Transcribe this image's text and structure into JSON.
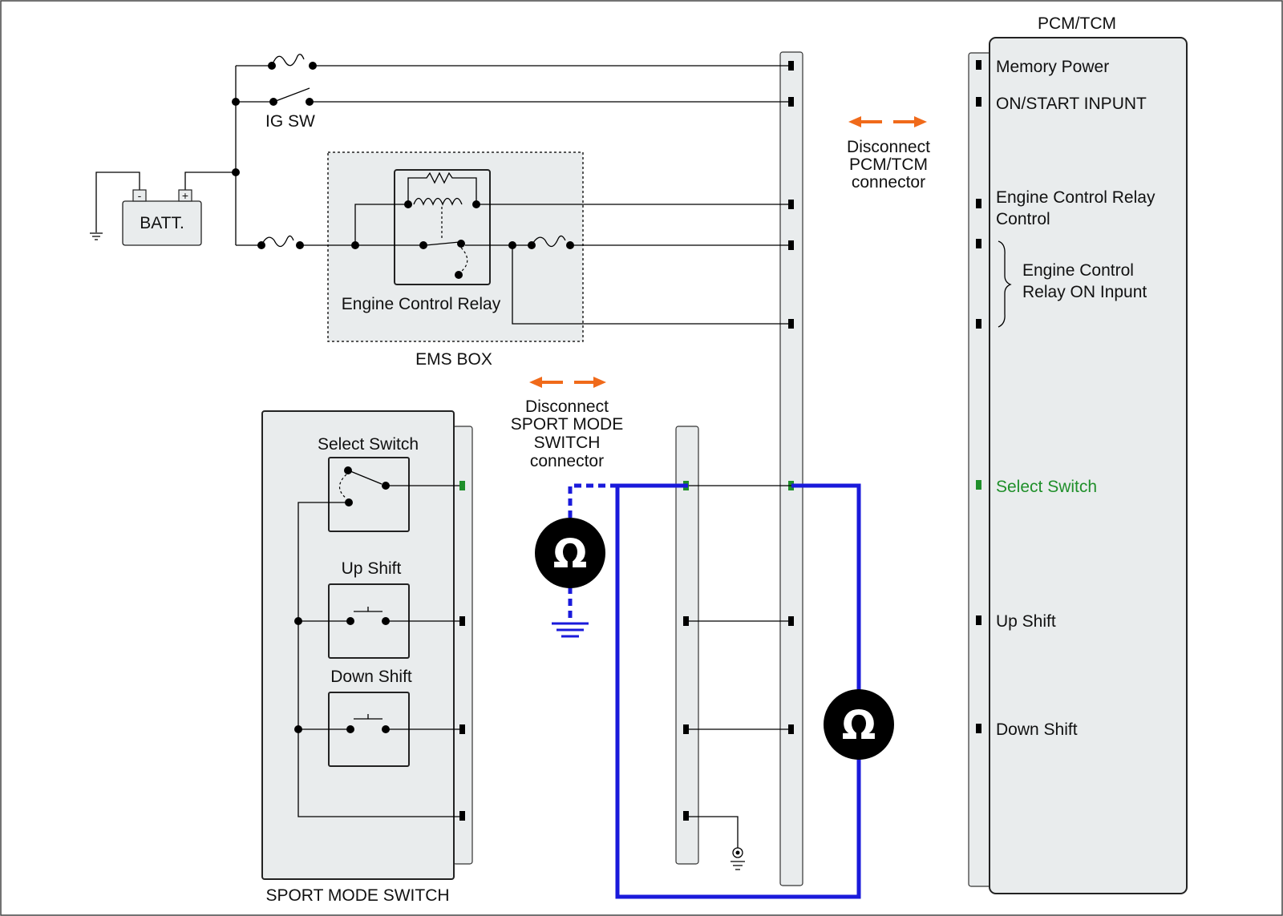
{
  "labels": {
    "pcm_tcm": "PCM/TCM",
    "ig_sw": "IG SW",
    "batt": "BATT.",
    "batt_minus": "-",
    "batt_plus": "+",
    "engine_control_relay": "Engine Control Relay",
    "ems_box": "EMS BOX",
    "sport_mode_switch": "SPORT MODE SWITCH",
    "select_switch_box": "Select Switch",
    "up_shift_box": "Up  Shift",
    "down_shift_box": "Down  Shift",
    "omega": "Ω"
  },
  "disconnect_pcm": [
    "Disconnect",
    "PCM/TCM",
    "connector"
  ],
  "disconnect_sport": [
    "Disconnect",
    "SPORT MODE",
    "SWITCH",
    "connector"
  ],
  "pcm_pins": {
    "memory_power": "Memory Power",
    "on_start_input": "ON/START  INPUNT",
    "ecr_control_1": "Engine Control Relay",
    "ecr_control_2": "Control",
    "ecr_on_input_1": "Engine Control",
    "ecr_on_input_2": "Relay ON Inpunt",
    "select_switch": "Select Switch",
    "up_shift": "Up  Shift",
    "down_shift": "Down  Shift"
  },
  "colors": {
    "measurement_wire": "#1a1adb",
    "disconnect_arrow": "#f06a1a",
    "highlight_pin": "#1f8f2a",
    "panel_fill": "#e9eced"
  }
}
